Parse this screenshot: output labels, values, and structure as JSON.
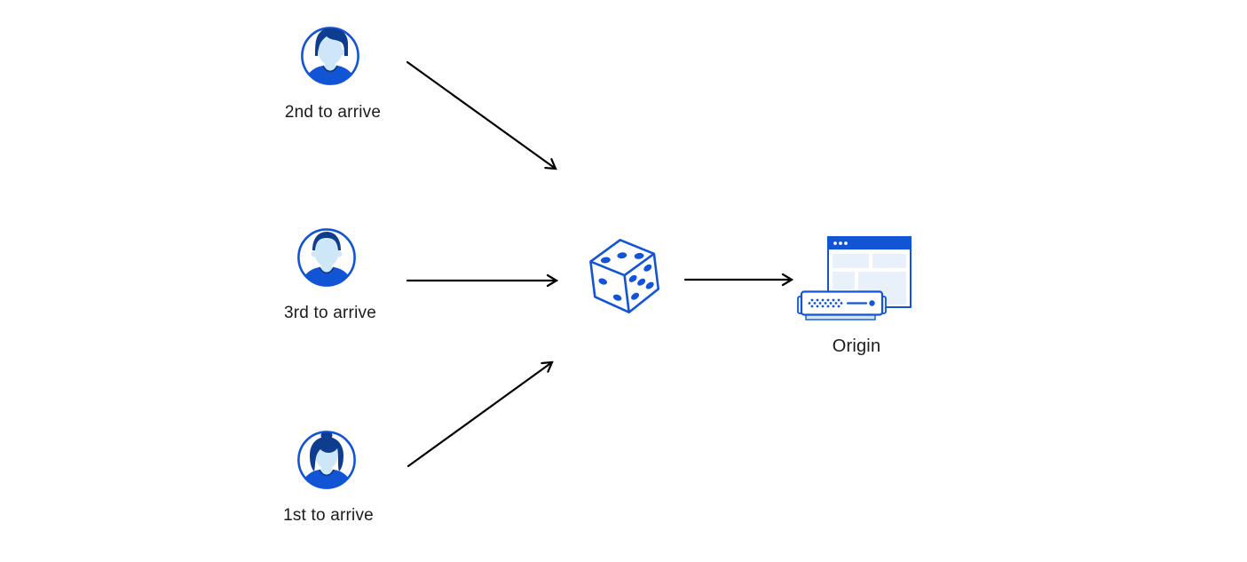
{
  "diagram": {
    "nodes": {
      "visitor_second": {
        "label": "2nd to arrive",
        "icon": "male-avatar-swept-hair-icon"
      },
      "visitor_third": {
        "label": "3rd to arrive",
        "icon": "male-avatar-short-hair-icon"
      },
      "visitor_first": {
        "label": "1st to arrive",
        "icon": "female-avatar-bun-icon"
      },
      "random_picker": {
        "icon": "dice-icon",
        "dice_faces": {
          "top_pips": 3,
          "right_pips": 5,
          "left_pips": 2
        }
      },
      "origin": {
        "label": "Origin",
        "icon": "origin-server-and-browser-icon"
      }
    },
    "edges": [
      {
        "from": "2nd to arrive",
        "to": "dice"
      },
      {
        "from": "3rd to arrive",
        "to": "dice"
      },
      {
        "from": "1st to arrive",
        "to": "dice"
      },
      {
        "from": "dice",
        "to": "Origin"
      }
    ],
    "colors": {
      "primary_blue": "#1254d6",
      "dark_navy": "#0e3d8f",
      "skin_light_blue": "#cde6f8",
      "panel_light_blue": "#e8f1fa",
      "arrow_black": "#000000",
      "label_text": "#1b1b1b",
      "background": "#ffffff"
    }
  }
}
